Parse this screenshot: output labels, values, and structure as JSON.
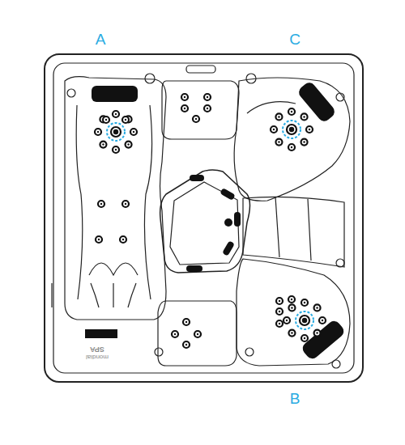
{
  "diagram": {
    "labels": [
      "A",
      "C",
      "B",
      "mondial",
      "SPA"
    ]
  }
}
